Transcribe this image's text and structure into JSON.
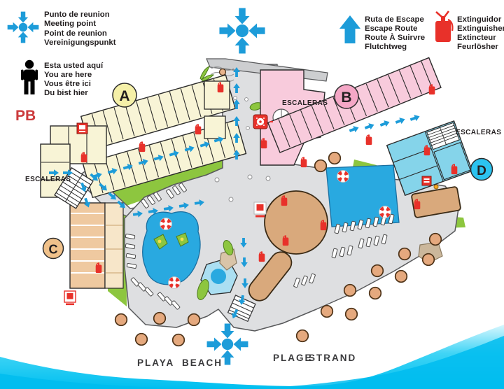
{
  "title": "Resort evacuation plan",
  "legend": {
    "meeting_point": {
      "icon": "meeting-point-icon",
      "lines": [
        "Punto de reunion",
        "Meeting point",
        "Point de reunion",
        "Vereinigungspunkt"
      ]
    },
    "you_are_here": {
      "icon": "person-icon",
      "lines": [
        "Esta usted aquí",
        "You are here",
        "Vous être ici",
        "Du bist hier"
      ],
      "floor_label": "PB"
    },
    "escape_route": {
      "icon": "escape-route-arrow-icon",
      "lines": [
        "Ruta de Escape",
        "Escape Route",
        "Route À Suirvre",
        "Flutchtweg"
      ]
    },
    "extinguisher": {
      "icon": "extinguisher-icon",
      "lines": [
        "Extinguidor",
        "Extinguisher",
        "Extincteur",
        "Feurlösher"
      ]
    }
  },
  "map": {
    "section_badges": [
      {
        "letter": "A",
        "color": "#F5F0A8"
      },
      {
        "letter": "B",
        "color": "#F4A7C6"
      },
      {
        "letter": "C",
        "color": "#F0C18A"
      },
      {
        "letter": "D",
        "color": "#2CC3EF"
      }
    ],
    "stairs_labels": [
      "ESCALERAS",
      "ESCALERAS",
      "ESCALERAS"
    ],
    "beach_labels": [
      "PLAYA",
      "BEACH",
      "PLAGE",
      "STRAND"
    ]
  },
  "colors": {
    "escape_blue": "#1D9CD9",
    "alarm_red": "#E8312A",
    "building_a_cream": "#F8F4D6",
    "building_b_pink": "#F8CBDC",
    "building_c_tan": "#EFC9A0",
    "building_d_cyan": "#85D4EA",
    "lawn_green": "#8DC63F",
    "pool_blue": "#29A9E0",
    "deck_gray": "#DEDFE1",
    "structure_brown": "#D9A97C",
    "sea_cyan": "#00BFF0"
  }
}
